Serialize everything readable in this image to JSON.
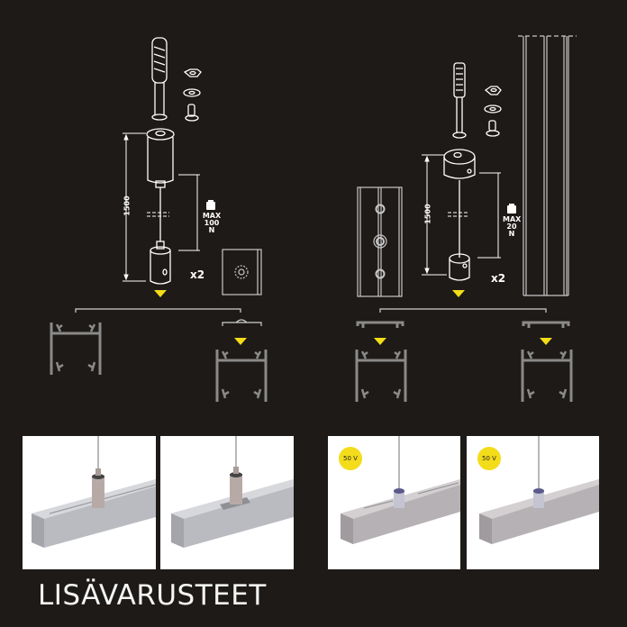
{
  "page": {
    "title": "LISÄVARUSTEET",
    "background": "#1d1a17",
    "accent_color": "#f3dc1a"
  },
  "left_assembly": {
    "dimension_label": "1500",
    "load_icon": "weight-icon",
    "load_label_line1": "MAX",
    "load_label_line2": "100 N",
    "quantity": "x2",
    "components": [
      "anchor-plug-icon",
      "nut-icon",
      "washer-icon",
      "screw-icon",
      "ceiling-cup-icon",
      "wire-gripper-icon",
      "mounting-plate-icon"
    ]
  },
  "right_assembly": {
    "dimension_label": "1500",
    "load_icon": "weight-icon",
    "load_label_line1": "MAX",
    "load_label_line2": "20 N",
    "quantity": "x2",
    "components": [
      "anchor-plug-icon",
      "nut-icon",
      "washer-icon",
      "screw-icon",
      "ceiling-cup-icon",
      "wire-gripper-icon",
      "cover-plate-icon",
      "long-profile-icon"
    ]
  },
  "photos": [
    {
      "alt": "Profile with cable suspension (open top)",
      "badge": null
    },
    {
      "alt": "Profile with cable suspension and mounting plate",
      "badge": null
    },
    {
      "alt": "Profile with 50 V powered suspension (open top)",
      "badge": "50 V"
    },
    {
      "alt": "Profile with 50 V powered suspension (closed)",
      "badge": "50 V"
    }
  ]
}
